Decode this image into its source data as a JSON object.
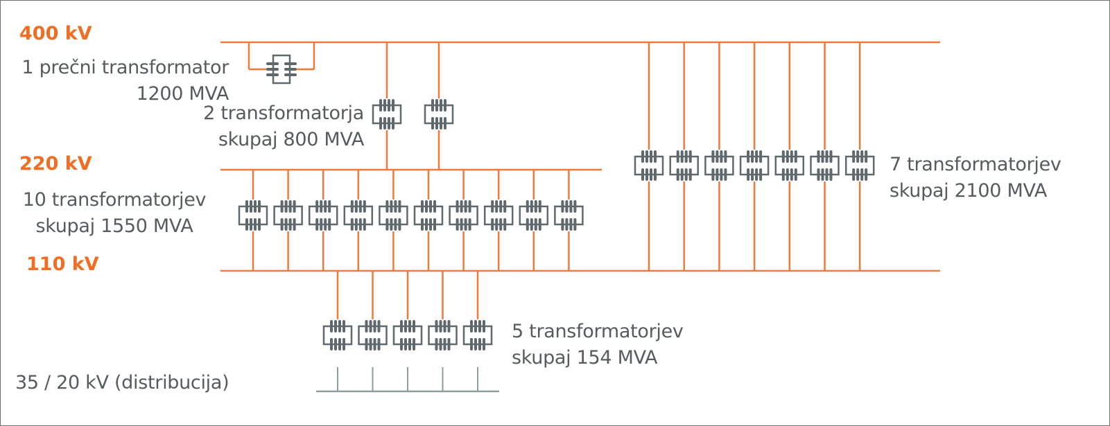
{
  "colors": {
    "line": "#f2793a",
    "voltage_text": "#f06d22",
    "transformer": "#5f686c",
    "distribution_line": "#8f9c9e",
    "text": "#555b5e"
  },
  "icons": {
    "transformer": "transformer-icon",
    "phase_shifter": "phase-shifting-transformer-icon"
  },
  "voltage_levels": {
    "kv400": "400 kV",
    "kv220": "220 kV",
    "kv110": "110 kV",
    "distribution": "35 / 20 kV (distribucija)"
  },
  "groups": {
    "phase_shifter": {
      "line1": "1 prečni transformator",
      "line2": "1200 MVA",
      "count": 1
    },
    "t400_220": {
      "line1": "2 transformatorja",
      "line2": "skupaj 800 MVA",
      "count": 2
    },
    "t220_110": {
      "line1": "10 transformatorjev",
      "line2": "skupaj 1550 MVA",
      "count": 10
    },
    "t400_110": {
      "line1": "7 transformatorjev",
      "line2": "skupaj 2100 MVA",
      "count": 7
    },
    "t110_dist": {
      "line1": "5 transformatorjev",
      "line2": "skupaj 154 MVA",
      "count": 5
    }
  }
}
